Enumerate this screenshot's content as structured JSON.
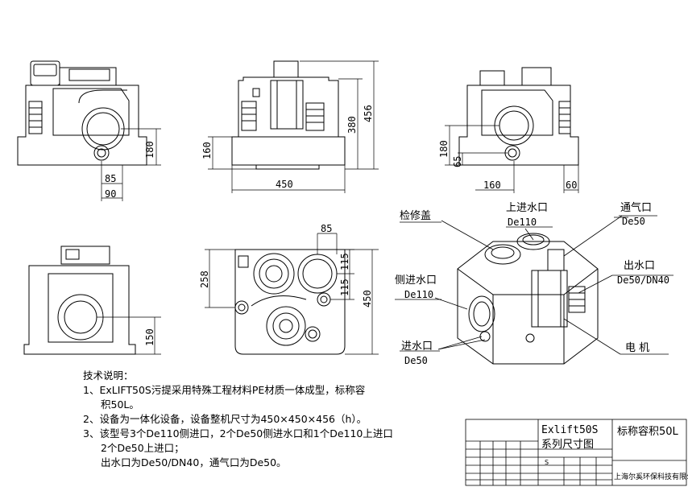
{
  "views": {
    "front": {
      "dims": [
        "180",
        "85",
        "90"
      ]
    },
    "side": {
      "dims": [
        "456",
        "380",
        "160",
        "450"
      ]
    },
    "back": {
      "dims": [
        "180",
        "65",
        "160",
        "60"
      ]
    },
    "bottom_left": {
      "dims": [
        "150"
      ]
    },
    "top": {
      "dims": [
        "85",
        "115",
        "115",
        "258",
        "450"
      ]
    }
  },
  "callouts": {
    "inspection_cover": "检修盖",
    "top_inlet": "上进水口",
    "top_inlet_size": "De110",
    "vent": "通气口",
    "vent_size": "De50",
    "outlet": "出水口",
    "outlet_size": "De50/DN40",
    "side_inlet": "侧进水口",
    "side_inlet_size": "De110",
    "inlet": "进水口",
    "inlet_size": "De50",
    "motor": "电 机"
  },
  "notes": {
    "heading": "技术说明：",
    "line1": "1、ExLIFT50S污提采用特殊工程材料PE材质一体成型，标称容",
    "line1b": "积50L。",
    "line2": "2、设备为一体化设备，设备整机尺寸为450×450×456（h）。",
    "line3": "3、该型号3个De110侧进口，2个De50侧进水口和1个De110上进口",
    "line3b": "2个De50上进口；",
    "line3c": "出水口为De50/DN40，通气口为De50。"
  },
  "title_block": {
    "drawing_title_1": "Exlift50S",
    "drawing_title_2": "系列尺寸图",
    "capacity": "标称容积50L",
    "company": "上海尔奚环保科技有限公司",
    "small_mark": "S"
  }
}
